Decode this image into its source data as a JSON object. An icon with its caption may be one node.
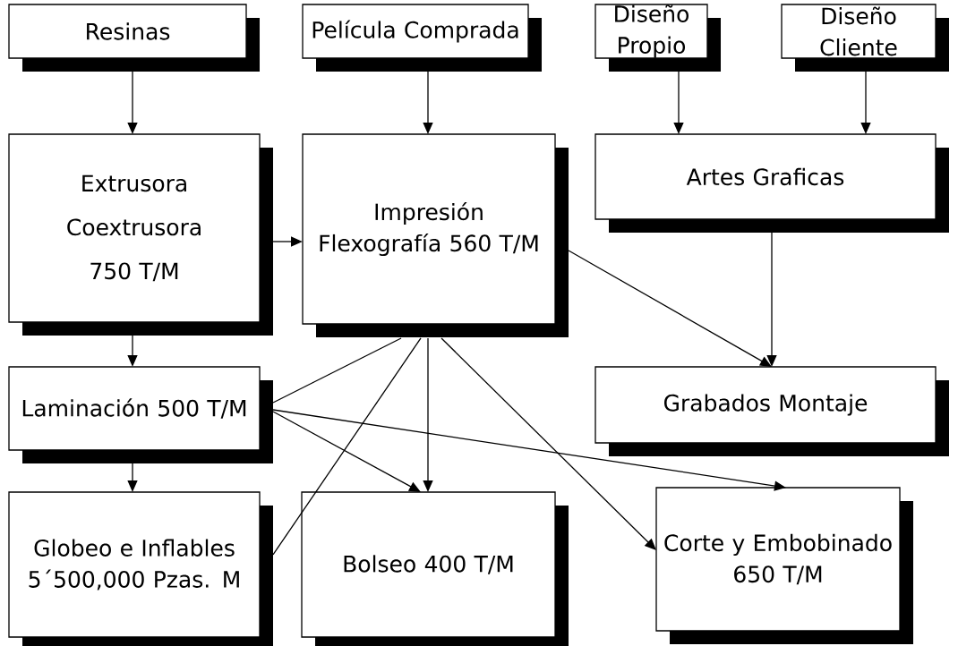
{
  "diagram": {
    "nodes": [
      {
        "text": [
          "Resinas"
        ]
      },
      {
        "text": [
          "Película Comprada"
        ]
      },
      {
        "text": [
          "Diseño Propio"
        ]
      },
      {
        "text": [
          "Diseño Cliente"
        ]
      },
      {
        "text": [
          "Extrusora",
          "Coextrusora",
          "750 T/M"
        ]
      },
      {
        "text": [
          "Impresión Flexografía 560 T/M"
        ]
      },
      {
        "text": [
          "Artes Graficas"
        ]
      },
      {
        "text": [
          "Laminación 500 T/M"
        ]
      },
      {
        "text": [
          "Grabados Montaje"
        ]
      },
      {
        "text": [
          "Globeo e Inflables 5´500,000 Pzas. M"
        ]
      },
      {
        "text": [
          "Bolseo 400 T/M"
        ]
      },
      {
        "text": [
          "Corte y Embobinado 650 T/M"
        ]
      }
    ],
    "edges": [
      {
        "from": 0,
        "to": 4,
        "arrow": "to"
      },
      {
        "from": 1,
        "to": 5,
        "arrow": "to"
      },
      {
        "from": 2,
        "to": 6,
        "arrow": "to"
      },
      {
        "from": 3,
        "to": 6,
        "arrow": "to"
      },
      {
        "from": 4,
        "to": 5,
        "arrow": "to"
      },
      {
        "from": 4,
        "to": 7,
        "arrow": "to"
      },
      {
        "from": 5,
        "to": 8,
        "arrow": "to"
      },
      {
        "from": 6,
        "to": 8,
        "arrow": "to"
      },
      {
        "from": 7,
        "to": 9,
        "arrow": "to"
      },
      {
        "from": 5,
        "to": 7,
        "arrow": "none"
      },
      {
        "from": 5,
        "to": 9,
        "arrow": "none"
      },
      {
        "from": 5,
        "to": 10,
        "arrow": "to"
      },
      {
        "from": 5,
        "to": 11,
        "arrow": "to"
      },
      {
        "from": 7,
        "to": 10,
        "arrow": "to"
      },
      {
        "from": 7,
        "to": 11,
        "arrow": "to"
      }
    ]
  }
}
